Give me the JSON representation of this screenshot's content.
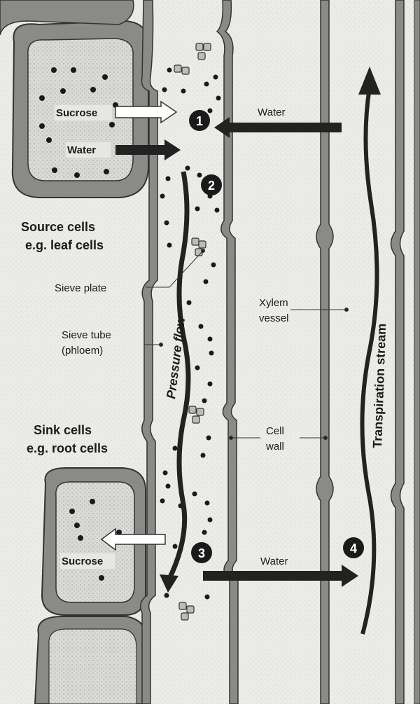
{
  "diagram": {
    "labels": {
      "sucrose_source": "Sucrose",
      "water_source": "Water",
      "water_top": "Water",
      "source_cells_line1": "Source cells",
      "source_cells_line2": "e.g. leaf cells",
      "sieve_plate": "Sieve plate",
      "sieve_tube_line1": "Sieve tube",
      "sieve_tube_line2": "(phloem)",
      "pressure_flow": "Pressure flow",
      "xylem_line1": "Xylem",
      "xylem_line2": "vessel",
      "transpiration": "Transpiration stream",
      "sink_cells_line1": "Sink cells",
      "sink_cells_line2": "e.g. root cells",
      "cell_wall_line1": "Cell",
      "cell_wall_line2": "wall",
      "sucrose_sink": "Sucrose",
      "water_bottom": "Water"
    },
    "steps": [
      "1",
      "2",
      "3",
      "4"
    ]
  }
}
